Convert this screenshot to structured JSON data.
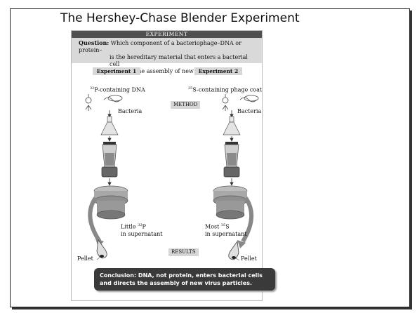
{
  "slide": {
    "title": "The Hershey-Chase Blender Experiment"
  },
  "figure": {
    "header": "EXPERIMENT",
    "question_label": "Question:",
    "question_line1": "Which component of a bacteriophage–DNA or protein–",
    "question_line2": "is the hereditary material that enters a bacterial cell",
    "question_line3": "to direct the assembly of new virus particles?",
    "exp1": {
      "heading": "Experiment 1",
      "isotope_mass": "32",
      "isotope_label": "P-containing DNA",
      "bacteria": "Bacteria",
      "result_prefix": "Little ",
      "result_mass": "32",
      "result_element": "P",
      "result_line2": "in supernatant",
      "pellet": "Pellet"
    },
    "exp2": {
      "heading": "Experiment 2",
      "isotope_mass": "35",
      "isotope_label": "S-containing phage coats",
      "bacteria": "Bacteria",
      "result_prefix": "Most ",
      "result_mass": "35",
      "result_element": "S",
      "result_line2": "in supernatant",
      "pellet": "Pellet"
    },
    "method_label": "METHOD",
    "results_label": "RESULTS",
    "conclusion_line1": "Conclusion: DNA, not protein, enters bacterial cells",
    "conclusion_line2": "and directs the assembly of new virus particles."
  }
}
